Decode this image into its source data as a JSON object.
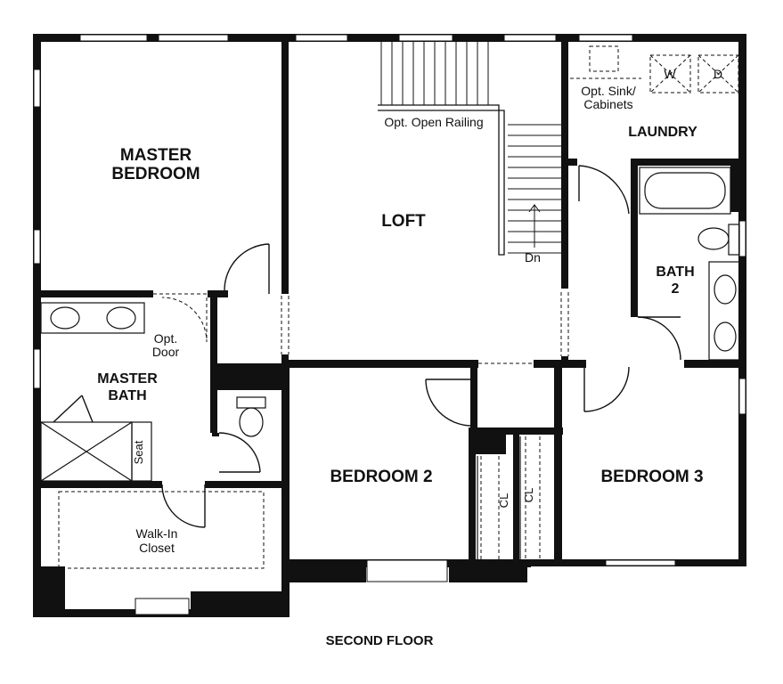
{
  "title": "SECOND FLOOR",
  "rooms": {
    "master_bedroom": [
      "MASTER",
      "BEDROOM"
    ],
    "loft": "LOFT",
    "laundry": "LAUNDRY",
    "bath2": [
      "BATH",
      "2"
    ],
    "master_bath": [
      "MASTER",
      "BATH"
    ],
    "bedroom2": "BEDROOM 2",
    "bedroom3": "BEDROOM 3",
    "walk_in_closet": [
      "Walk-In",
      "Closet"
    ]
  },
  "notes": {
    "opt_open_railing": "Opt. Open Railing",
    "opt_sink": [
      "Opt. Sink/",
      "Cabinets"
    ],
    "opt_door": [
      "Opt.",
      "Door"
    ],
    "stairs_dn": "Dn",
    "seat": "Seat",
    "closet_a": "CL",
    "closet_b": "CL",
    "washer": "W",
    "dryer": "D"
  }
}
